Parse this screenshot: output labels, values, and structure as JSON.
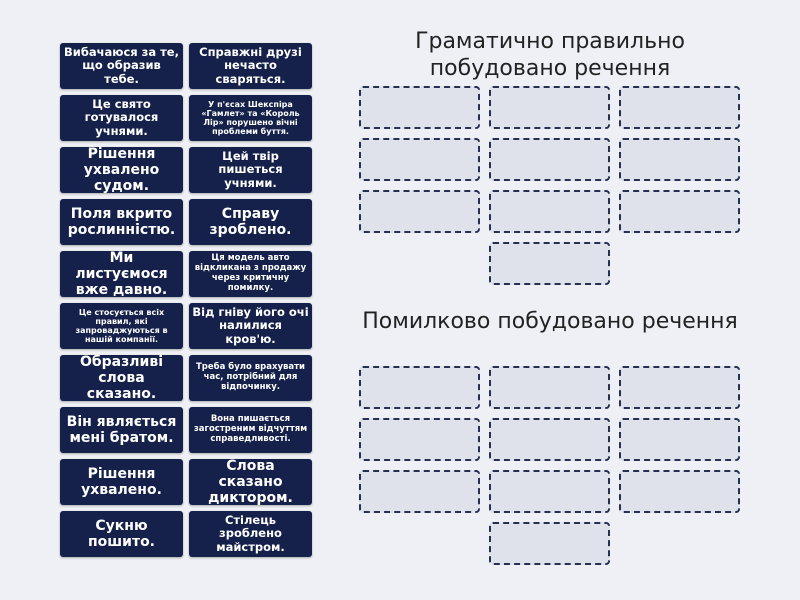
{
  "cards": [
    {
      "text": "Вибачаюся за те, що образив тебе.",
      "size": "s2"
    },
    {
      "text": "Справжні друзі нечасто сваряться.",
      "size": "s2"
    },
    {
      "text": "Це свято готувалося учнями.",
      "size": "s2"
    },
    {
      "text": "У п'єсах Шекспіра «Гамлет» та «Король Лір» порушено вічні проблеми буття.",
      "size": "s4"
    },
    {
      "text": "Рішення ухвалено судом.",
      "size": "s1"
    },
    {
      "text": "Цей твір пишеться учнями.",
      "size": "s2"
    },
    {
      "text": "Поля вкрито рослинністю.",
      "size": "s1"
    },
    {
      "text": "Справу зроблено.",
      "size": "s1"
    },
    {
      "text": "Ми листуємося вже давно.",
      "size": "s1"
    },
    {
      "text": "Ця модель авто відкликана з продажу через критичну помилку.",
      "size": "s3"
    },
    {
      "text": "Це стосується всіх правил, які запроваджуються в нашій компанії.",
      "size": "s4"
    },
    {
      "text": "Від гніву його очі налилися кров'ю.",
      "size": "s2"
    },
    {
      "text": "Образливі слова сказано.",
      "size": "s1"
    },
    {
      "text": "Треба було врахувати час, потрібний для відпочинку.",
      "size": "s3"
    },
    {
      "text": "Він являється мені братом.",
      "size": "s1"
    },
    {
      "text": "Вона пишається загостреним відчуттям справедливості.",
      "size": "s3"
    },
    {
      "text": "Рішення ухвалено.",
      "size": "s1"
    },
    {
      "text": "Слова сказано диктором.",
      "size": "s1"
    },
    {
      "text": "Сукню пошито.",
      "size": "s1"
    },
    {
      "text": "Стілець зроблено майстром.",
      "size": "s2"
    }
  ],
  "groups": [
    {
      "title": "Граматично правильно побудовано речення"
    },
    {
      "title": "Помилково побудовано речення"
    }
  ]
}
